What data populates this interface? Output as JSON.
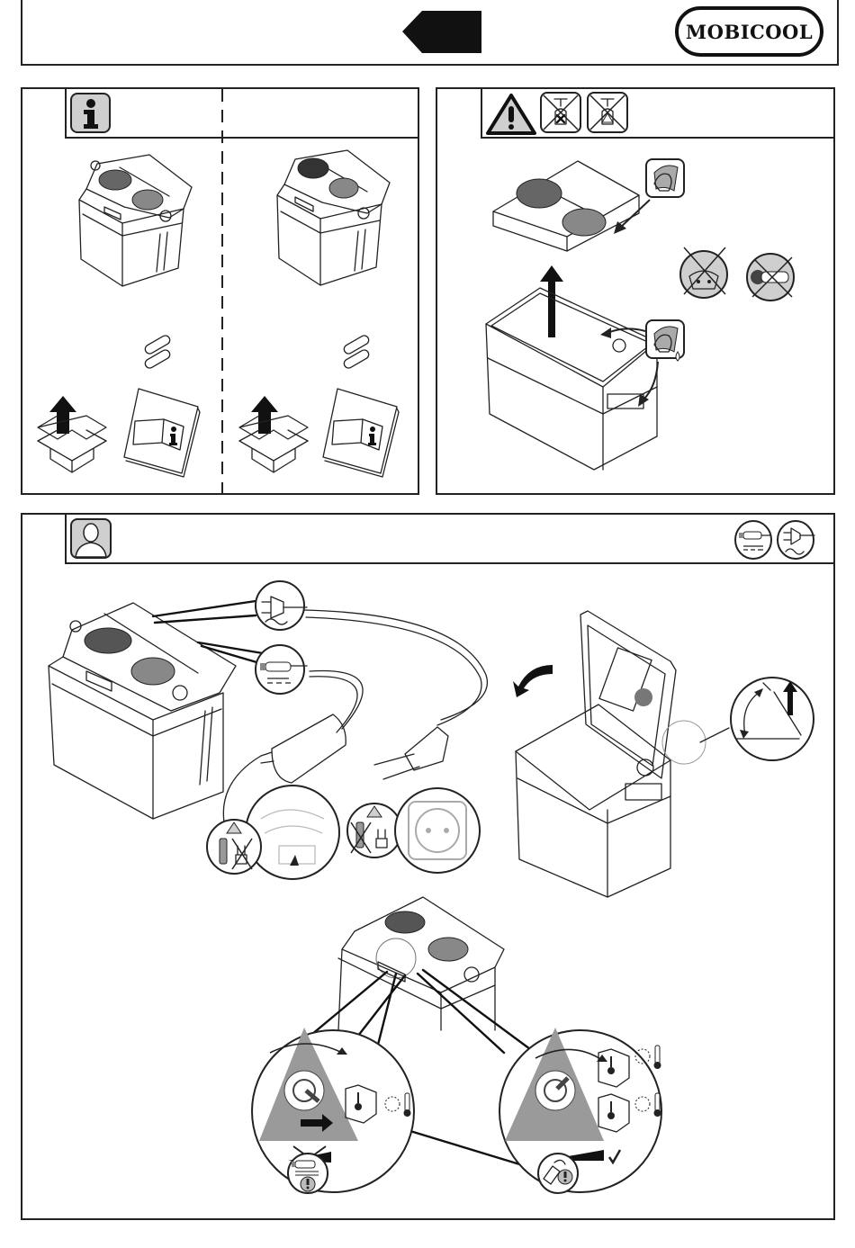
{
  "page": {
    "brand": "MOBICOOL",
    "language_tab_icon": "left-arrow-tab",
    "colors": {
      "line": "#222222",
      "icon_fill": "#cfcfcf",
      "triangle_fill": "#9a9a9a",
      "background": "#ffffff"
    }
  },
  "panels": [
    {
      "id": "scope-of-delivery",
      "header_icon": "info-icon",
      "columns": [
        {
          "items": [
            "cooler-box-model-a",
            "spare-fuses-x2",
            "unpack-box-arrow-up",
            "manual-booklet-info"
          ]
        },
        {
          "items": [
            "cooler-box-model-b",
            "spare-fuses-x2",
            "unpack-box-arrow-up",
            "manual-booklet-info"
          ]
        }
      ]
    },
    {
      "id": "cleaning",
      "header_icons": [
        "warning-triangle-icon",
        "no-abrasive-cleaner-icon",
        "no-harsh-cleaner-icon"
      ],
      "items": [
        "lid-removed-arrow-up",
        "wipe-with-cloth-lid",
        "wipe-with-damp-cloth-box",
        "no-water-in-socket",
        "no-water-in-12v-plug"
      ]
    },
    {
      "id": "operation",
      "header_icon": "user-icon",
      "header_right_icons": [
        "dc-12v-plug-icon",
        "ac-230v-plug-icon"
      ],
      "items": [
        "cooler-with-cables",
        "ac-plug-callout",
        "dc-plug-callout",
        "car-socket-warning",
        "wall-socket-warning",
        "open-lid-angle-detail",
        "control-knob-dc-no-adjust",
        "control-knob-ac-adjustable"
      ]
    }
  ]
}
